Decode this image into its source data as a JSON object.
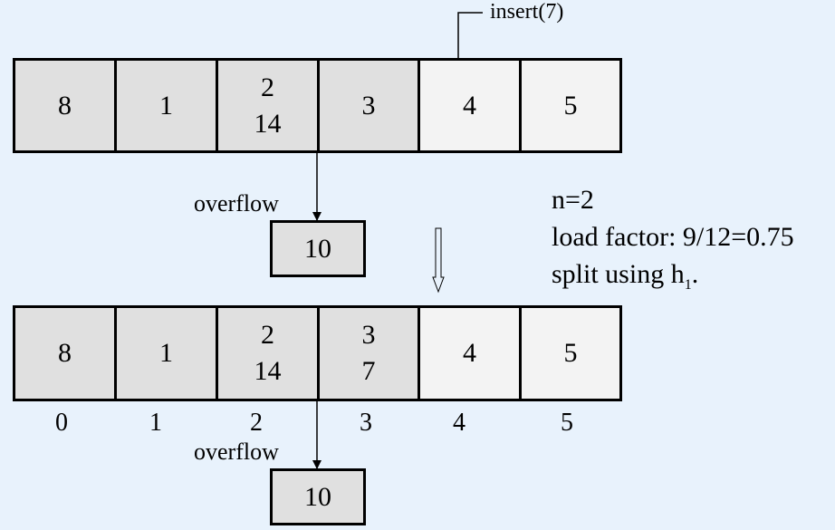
{
  "top_table": {
    "buckets": [
      {
        "lines": [
          "8"
        ],
        "shade": "gray"
      },
      {
        "lines": [
          "1"
        ],
        "shade": "gray"
      },
      {
        "lines": [
          "2",
          "14"
        ],
        "shade": "gray"
      },
      {
        "lines": [
          "3"
        ],
        "shade": "gray"
      },
      {
        "lines": [
          "4"
        ],
        "shade": "light"
      },
      {
        "lines": [
          "5"
        ],
        "shade": "light"
      }
    ],
    "overflow_label": "overflow",
    "overflow_value": "10"
  },
  "insert_label": "insert(7)",
  "info": {
    "n": "n=2",
    "load_factor": "load factor: 9/12=0.75",
    "split_prefix": "split using h",
    "split_sub": "1",
    "split_suffix": "."
  },
  "bottom_table": {
    "buckets": [
      {
        "lines": [
          "8"
        ],
        "shade": "gray"
      },
      {
        "lines": [
          "1"
        ],
        "shade": "gray"
      },
      {
        "lines": [
          "2",
          "14"
        ],
        "shade": "gray"
      },
      {
        "lines": [
          "3",
          "7"
        ],
        "shade": "gray"
      },
      {
        "lines": [
          "4"
        ],
        "shade": "light"
      },
      {
        "lines": [
          "5"
        ],
        "shade": "light"
      }
    ],
    "indices": [
      "0",
      "1",
      "2",
      "3",
      "4",
      "5"
    ],
    "overflow_label": "overflow",
    "overflow_value": "10"
  },
  "colors": {
    "gray": "#e0e0e0",
    "light": "#f3f3f3",
    "background": "#e8f2fc"
  }
}
